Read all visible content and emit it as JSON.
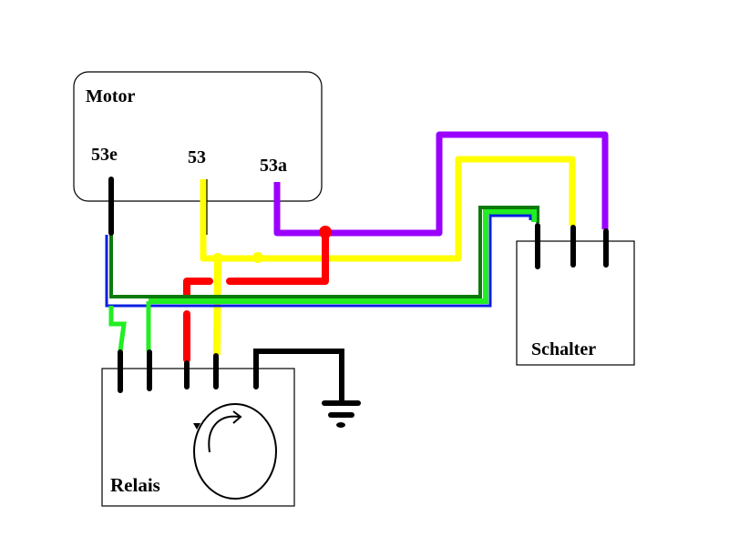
{
  "diagram": {
    "components": {
      "motor": {
        "label": "Motor",
        "terminals": [
          "53e",
          "53",
          "53a"
        ]
      },
      "relais": {
        "label": "Relais"
      },
      "schalter": {
        "label": "Schalter"
      }
    },
    "wire_colors": {
      "black": "#000000",
      "blue": "#0a1fe0",
      "dark_green": "#0a7a0a",
      "light_green": "#22ee22",
      "red": "#ff0000",
      "yellow": "#ffff00",
      "purple": "#9a00ff"
    },
    "symbols": [
      "ground-symbol",
      "rotation-arrow"
    ]
  }
}
